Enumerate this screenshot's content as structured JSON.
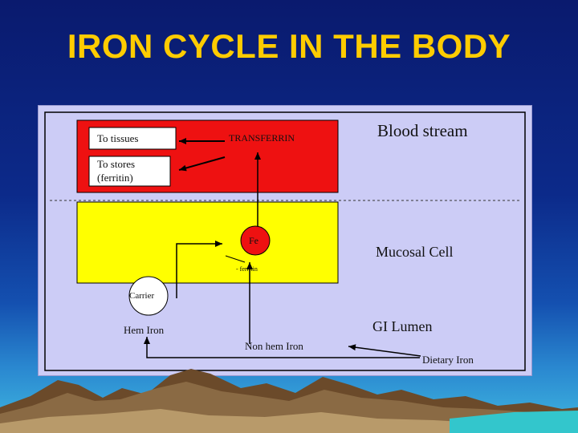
{
  "title": "IRON CYCLE IN THE BODY",
  "diagram": {
    "to_tissues": "To tissues",
    "to_stores_line1": "To stores",
    "to_stores_line2": "(ferritin)",
    "transferrin": "TRANSFERRIN",
    "blood_stream": "Blood stream",
    "mucosal_cell": "Mucosal Cell",
    "fe": "Fe",
    "ferritin_small": "- ferritin",
    "carrier": "Carrier",
    "hem_iron": "Hem Iron",
    "gi_lumen": "GI Lumen",
    "non_hem_iron": "Non hem Iron",
    "dietary_iron": "Dietary Iron"
  },
  "colors": {
    "title": "#ffcc00",
    "blood_zone": "#ee1111",
    "mucosal_zone": "#ffff00",
    "diagram_bg": "#ccccf6",
    "fe_circle": "#ee1111"
  }
}
